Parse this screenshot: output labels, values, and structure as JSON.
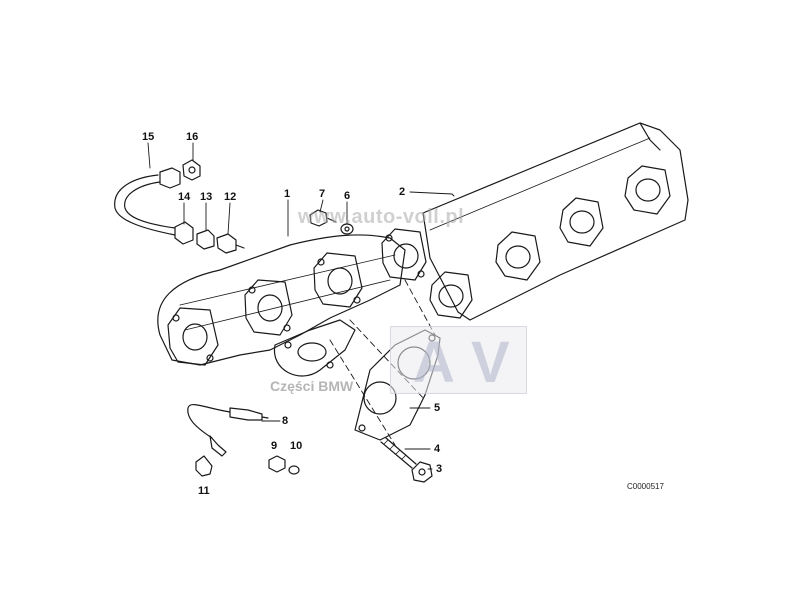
{
  "watermark": {
    "url": "www.auto-voll.pl",
    "brand": "Części BMW",
    "logo_left": "A",
    "logo_right": "V"
  },
  "diagram_code": "C0000517",
  "callouts": [
    {
      "id": "c15",
      "text": "15"
    },
    {
      "id": "c16",
      "text": "16"
    },
    {
      "id": "c14",
      "text": "14"
    },
    {
      "id": "c13",
      "text": "13"
    },
    {
      "id": "c12",
      "text": "12"
    },
    {
      "id": "c1",
      "text": "1"
    },
    {
      "id": "c7",
      "text": "7"
    },
    {
      "id": "c6",
      "text": "6"
    },
    {
      "id": "c2",
      "text": "2"
    },
    {
      "id": "c5",
      "text": "5"
    },
    {
      "id": "c8",
      "text": "8"
    },
    {
      "id": "c4",
      "text": "4"
    },
    {
      "id": "c3",
      "text": "3"
    },
    {
      "id": "c9",
      "text": "9"
    },
    {
      "id": "c10",
      "text": "10"
    },
    {
      "id": "c11",
      "text": "11"
    }
  ],
  "colors": {
    "line": "#1a1a1a",
    "watermark": "#aaaaaa",
    "logo": "#b4b8c8"
  }
}
